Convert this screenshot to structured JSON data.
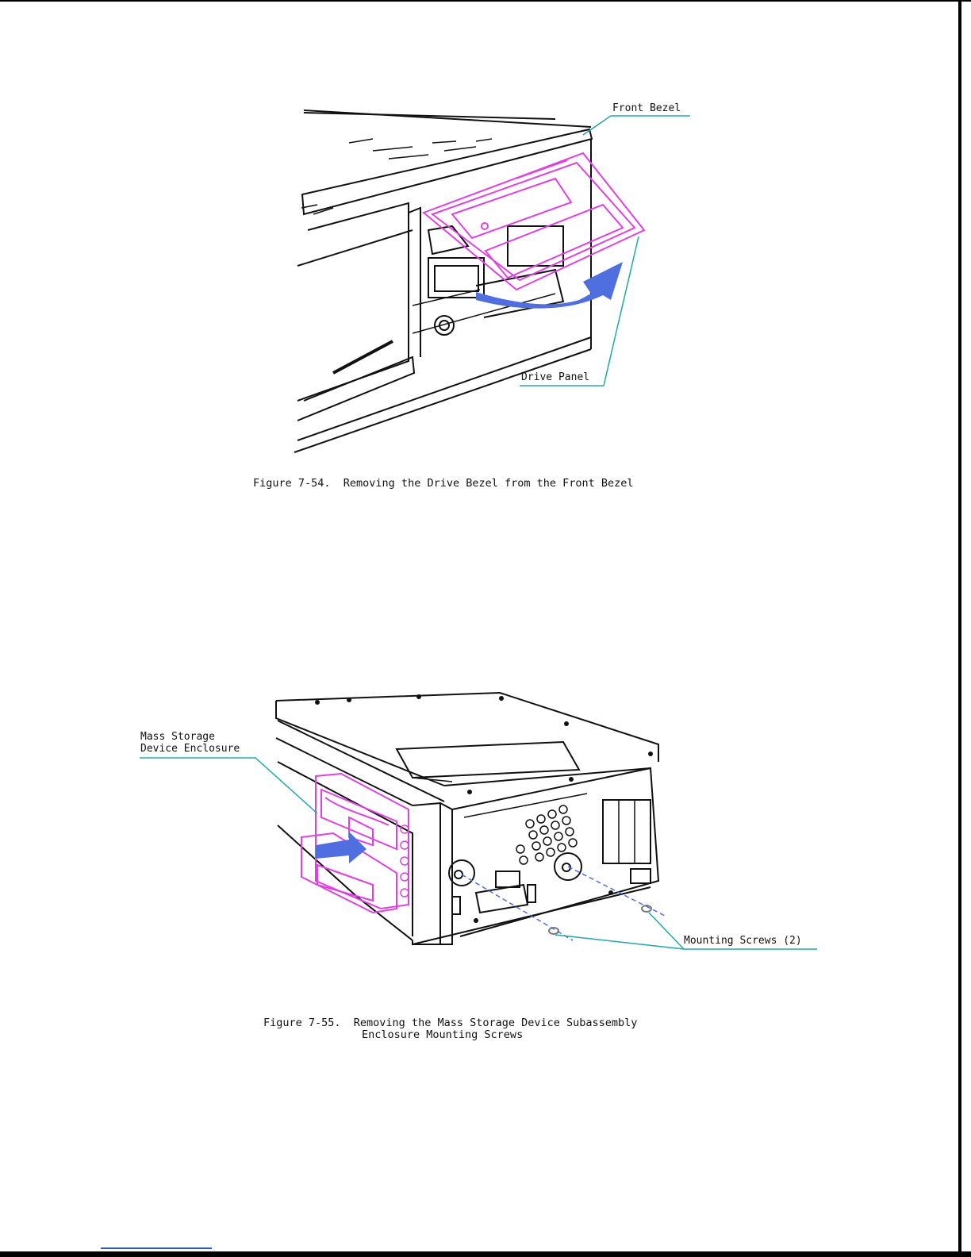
{
  "figure_1": {
    "callouts": {
      "front_bezel": "Front Bezel",
      "drive_panel": "Drive Panel"
    },
    "caption": "Figure 7-54.  Removing the Drive Bezel from the Front Bezel"
  },
  "figure_2": {
    "callouts": {
      "enclosure_line1": "Mass Storage",
      "enclosure_line2": "Device Enclosure",
      "mounting_screws": "Mounting Screws (2)"
    },
    "caption_line1": "Figure 7-55.  Removing the Mass Storage Device Subassembly",
    "caption_line2": "Enclosure Mounting Screws"
  },
  "colors": {
    "line_art": "#111111",
    "highlight": "#e040e0",
    "arrow": "#4f6fe0",
    "leader": "#20a8a8",
    "screw_path": "#4f6fe0"
  }
}
